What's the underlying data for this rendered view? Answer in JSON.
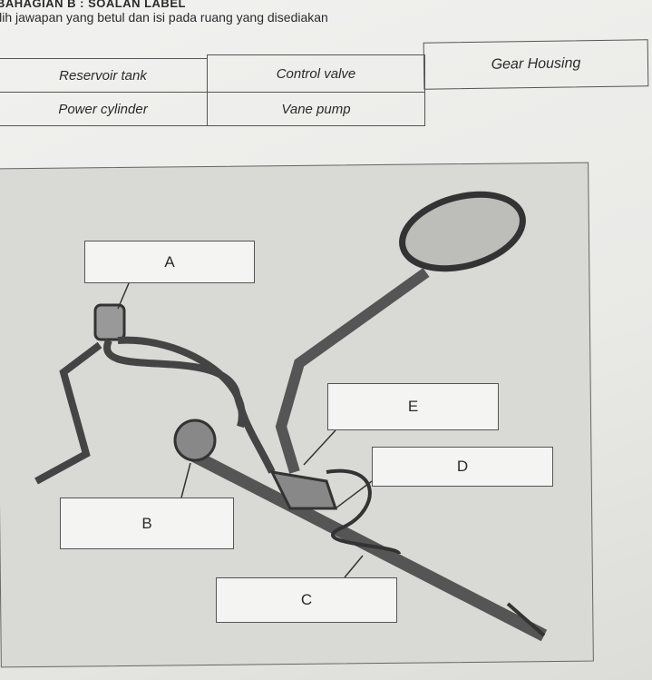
{
  "header": {
    "section_title": "BAHAGIAN  B : SOALAN LABEL",
    "instruction": "ilih jawapan yang betul dan isi pada ruang yang disediakan"
  },
  "answer_options": [
    "Reservoir tank",
    "Control valve",
    "Gear Housing",
    "Power cylinder",
    "Vane pump"
  ],
  "diagram": {
    "labels": [
      "A",
      "B",
      "C",
      "D",
      "E"
    ]
  }
}
